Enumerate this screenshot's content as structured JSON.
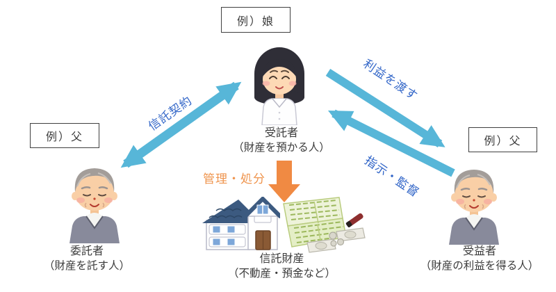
{
  "colors": {
    "arrow_blue": "#57b6d8",
    "arrow_orange": "#f08a43",
    "blue_label_text": "#3266c8",
    "orange_label_text": "#ef944d",
    "caption_text": "#3b3b3b",
    "box_border": "#3f3f3f"
  },
  "diagram": {
    "boxes": {
      "daughter": "例）娘",
      "father_left": "例）父",
      "father_right": "例）父"
    },
    "nodes": {
      "trustee": {
        "label": "受託者",
        "sublabel": "（財産を預かる人）",
        "illustration": "daughter-illustration"
      },
      "settlor": {
        "label": "委託者",
        "sublabel": "（財産を託す人）",
        "illustration": "elderly-man-illustration"
      },
      "beneficiary": {
        "label": "受益者",
        "sublabel": "（財産の利益を得る人）",
        "illustration": "elderly-man-illustration"
      },
      "trust_assets": {
        "label": "信託財産",
        "sublabel": "（不動産・預金など）",
        "illustration": "house-and-bankbook-illustration"
      }
    },
    "arrows": {
      "trust_contract": {
        "label": "信託契約",
        "style": "double-headed"
      },
      "deliver_benefits": {
        "label": "利益を渡す",
        "style": "single"
      },
      "instruct_supervise": {
        "label": "指示・監督",
        "style": "single"
      },
      "manage_dispose": {
        "label": "管理・処分",
        "style": "block-arrow-down"
      }
    }
  }
}
